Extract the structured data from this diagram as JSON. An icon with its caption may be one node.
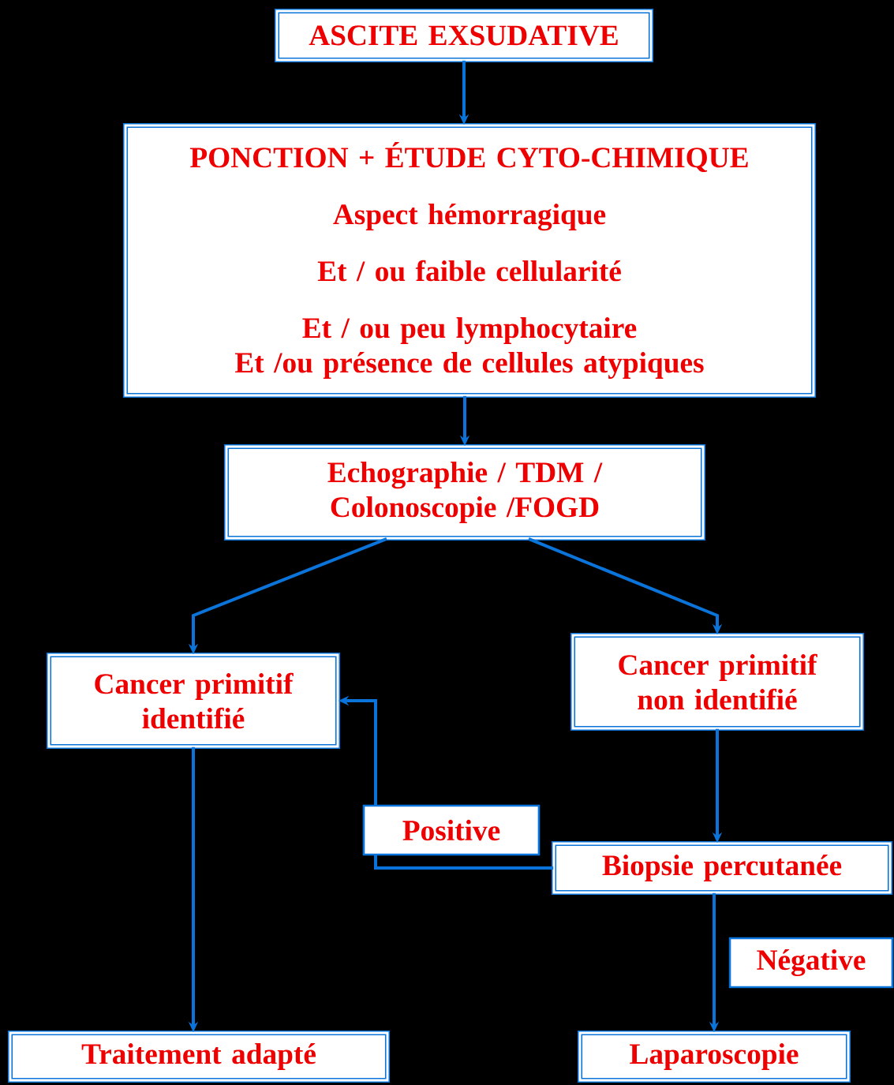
{
  "diagram": {
    "nodes": [
      {
        "text": [
          "ASCITE EXSUDATIVE"
        ]
      },
      {
        "text": [
          "PONCTION + ÉTUDE CYTO-CHIMIQUE",
          "Aspect hémorragique",
          "Et / ou faible cellularité",
          "Et / ou peu lymphocytaire",
          "Et /ou présence de cellules atypiques"
        ]
      },
      {
        "text": [
          "Echographie / TDM / Colonoscopie /FOGD"
        ]
      },
      {
        "text": [
          "Cancer primitif identifié"
        ]
      },
      {
        "text": [
          "Cancer primitif non identifié"
        ]
      },
      {
        "text": [
          "Biopsie percutanée"
        ]
      },
      {
        "text": [
          "Traitement adapté"
        ]
      },
      {
        "text": [
          "Laparoscopie"
        ]
      }
    ],
    "edges": [
      {
        "from": 0,
        "to": 1,
        "arrow": "to"
      },
      {
        "from": 1,
        "to": 2,
        "arrow": "to"
      },
      {
        "from": 2,
        "to": 3,
        "arrow": "to"
      },
      {
        "from": 2,
        "to": 4,
        "arrow": "to"
      },
      {
        "from": 4,
        "to": 5,
        "arrow": "to"
      },
      {
        "from": 5,
        "to": 3,
        "arrow": "to",
        "label": "Positive"
      },
      {
        "from": 3,
        "to": 6,
        "arrow": "to"
      },
      {
        "from": 5,
        "to": 7,
        "arrow": "to",
        "label": "Négative"
      }
    ]
  }
}
